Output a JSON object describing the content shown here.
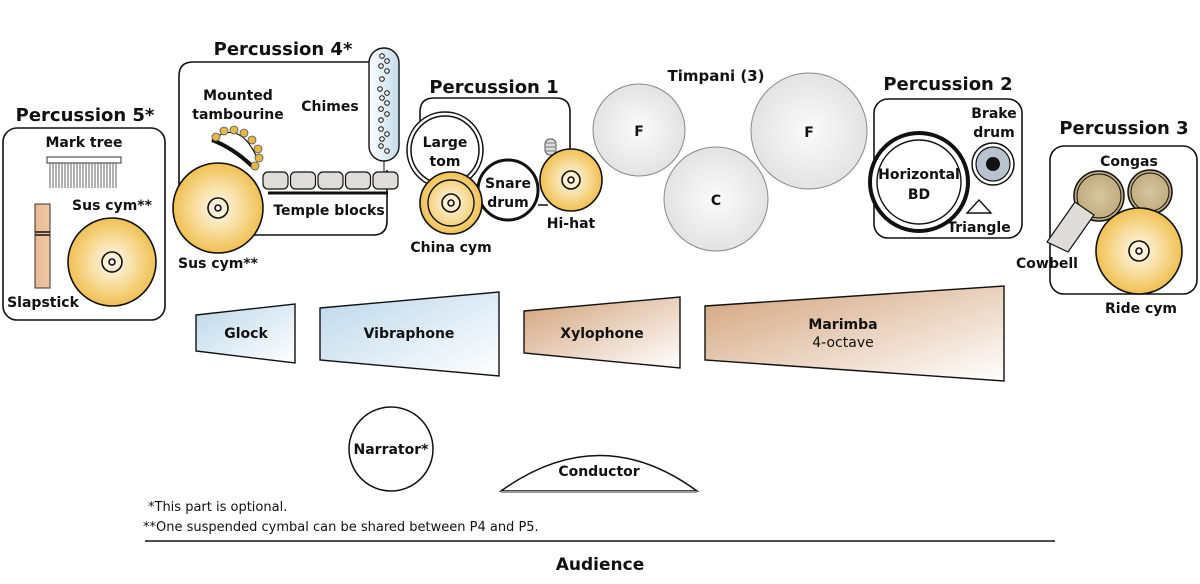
{
  "sections": {
    "percussion5": {
      "title": "Percussion 5*",
      "mark_tree": "Mark tree",
      "sus_cym": "Sus cym**",
      "slapstick": "Slapstick"
    },
    "percussion4": {
      "title": "Percussion 4*",
      "tambourine_line1": "Mounted",
      "tambourine_line2": "tambourine",
      "chimes": "Chimes",
      "temple_blocks": "Temple blocks",
      "sus_cym": "Sus cym**"
    },
    "percussion1": {
      "title": "Percussion 1",
      "large_tom_line1": "Large",
      "large_tom_line2": "tom",
      "snare_line1": "Snare",
      "snare_line2": "drum",
      "china_cym": "China cym",
      "hi_hat": "Hi-hat"
    },
    "timpani": {
      "title": "Timpani (3)",
      "drums": [
        "F",
        "C",
        "F"
      ]
    },
    "percussion2": {
      "title": "Percussion 2",
      "bd_line1": "Horizontal",
      "bd_line2": "BD",
      "brake_line1": "Brake",
      "brake_line2": "drum",
      "triangle": "Triangle"
    },
    "percussion3": {
      "title": "Percussion 3",
      "congas": "Congas",
      "cowbell": "Cowbell",
      "ride_cym": "Ride cym"
    }
  },
  "mallets": {
    "glock": "Glock",
    "vibraphone": "Vibraphone",
    "xylophone": "Xylophone",
    "marimba": "Marimba",
    "marimba_sub": "4-octave"
  },
  "narrator": "Narrator*",
  "conductor": "Conductor",
  "footnotes": {
    "optional": "*This part is optional.",
    "shared": "**One suspended cymbal can be shared between P4 and P5."
  },
  "audience": "Audience",
  "colors": {
    "cymbal": "#f2c55c",
    "timpani": "#e6e6e6",
    "blue_mallet": "#c9dfee",
    "brown_mallet": "#d4a57c",
    "conga": "#c8b48a",
    "slapstick": "#e6b48c"
  }
}
